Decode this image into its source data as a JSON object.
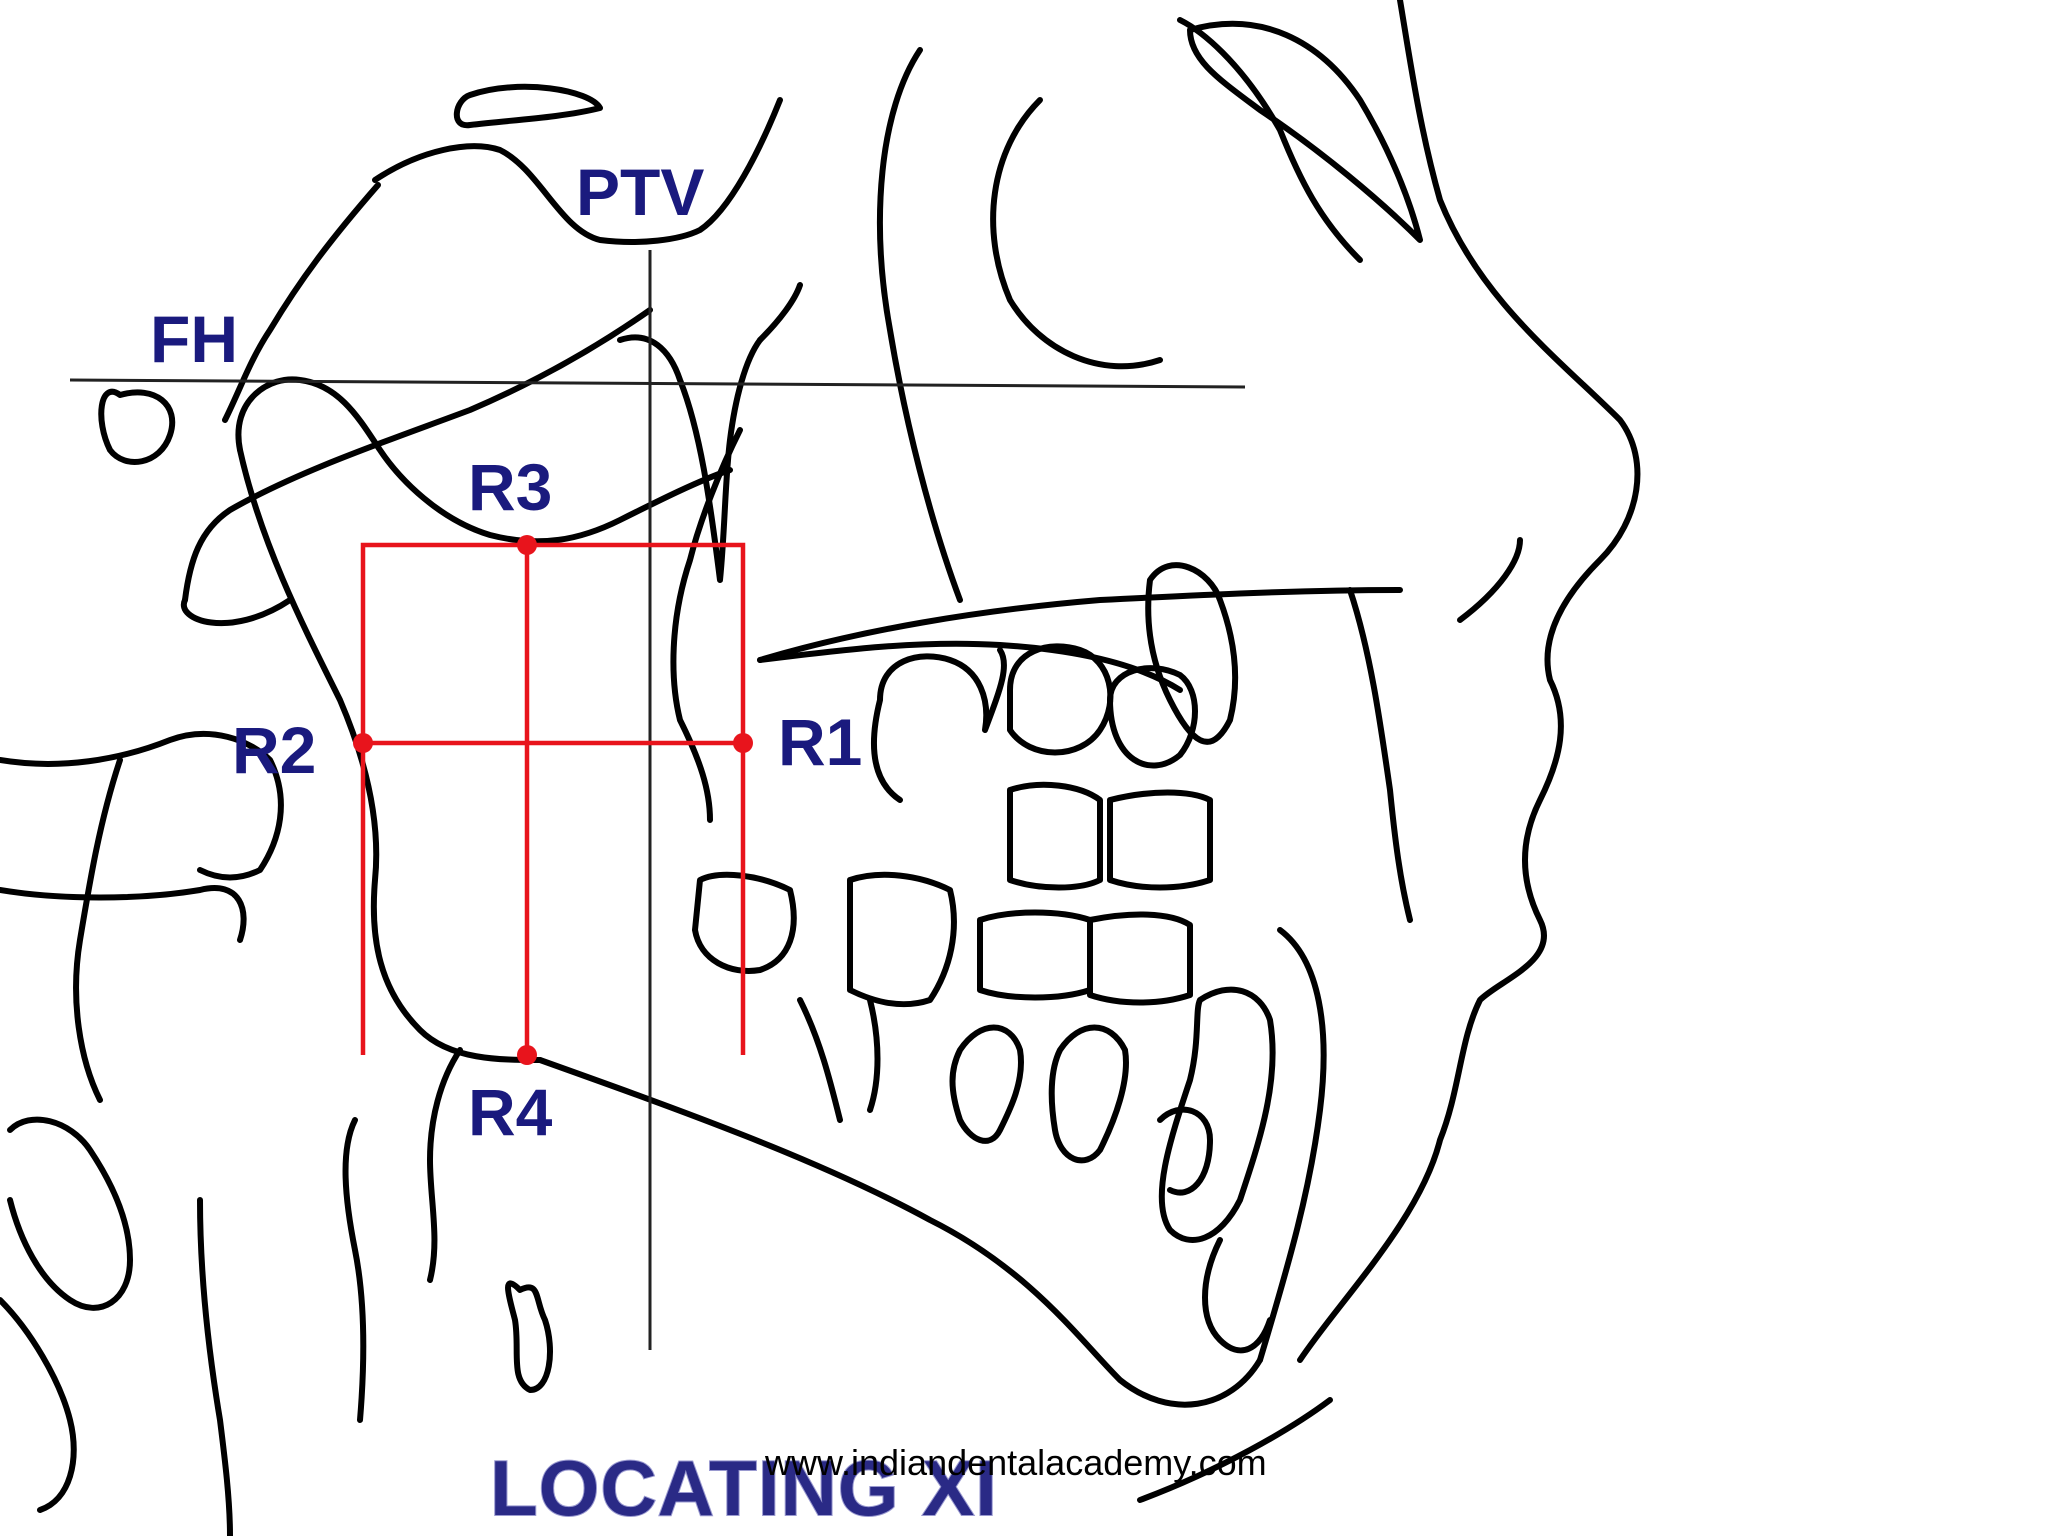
{
  "labels": {
    "fh": "FH",
    "ptv": "PTV",
    "r1": "R1",
    "r2": "R2",
    "r3": "R3",
    "r4": "R4"
  },
  "title": "LOCATING XI",
  "website": "www.indiandentalacademy.com",
  "colors": {
    "tracing": "#000000",
    "label": "#1a1a7e",
    "construction": "#e8141c",
    "reference_line": "#222222",
    "background": "#ffffff"
  }
}
